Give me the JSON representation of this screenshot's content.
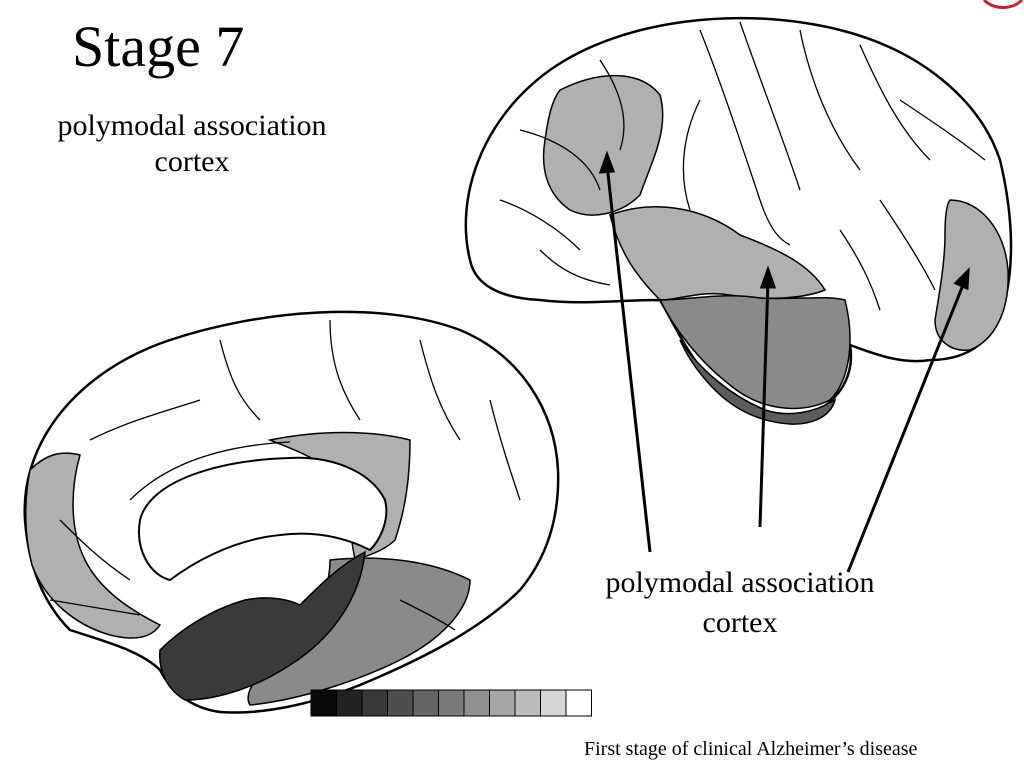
{
  "slide": {
    "title": "Stage 7",
    "subtitle_line1": "polymodal association",
    "subtitle_line2": "cortex",
    "callout_line1": "polymodal association",
    "callout_line2": "cortex",
    "caption": "First stage of clinical Alzheimer’s disease"
  },
  "colors": {
    "background": "#ffffff",
    "outline": "#000000",
    "light_gray": "#b0b0b0",
    "mid_gray": "#8a8a8a",
    "dark_gray": "#5c5c5c",
    "darkest": "#3a3a3a",
    "accent_red": "#cc2222"
  },
  "scale_legend": {
    "swatches": [
      "#0a0a0a",
      "#222222",
      "#383838",
      "#4e4e4e",
      "#646464",
      "#7a7a7a",
      "#909090",
      "#a6a6a6",
      "#bcbcbc",
      "#d6d6d6",
      "#ffffff"
    ]
  }
}
